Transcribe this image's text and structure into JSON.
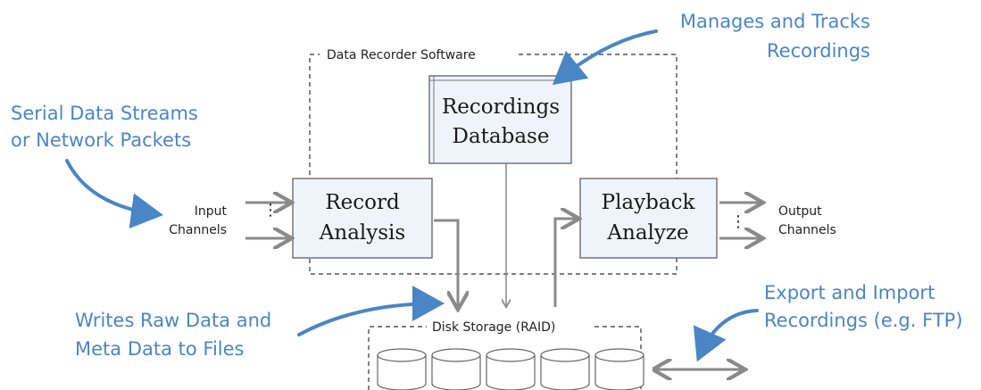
{
  "annotations": {
    "manages": [
      "Manages and Tracks",
      "Recordings"
    ],
    "serial": [
      "Serial Data Streams",
      "or Network Packets"
    ],
    "writes": [
      "Writes Raw Data and",
      "Meta Data to Files"
    ],
    "export": [
      "Export and Import",
      "Recordings (e.g. FTP)"
    ]
  },
  "containers": {
    "software": "Data Recorder Software",
    "storage": "Disk Storage (RAID)"
  },
  "boxes": {
    "database": [
      "Recordings",
      "Database"
    ],
    "record": [
      "Record",
      "Analysis"
    ],
    "playback": [
      "Playback",
      "Analyze"
    ]
  },
  "channels": {
    "input": [
      "Input",
      "Channels"
    ],
    "output": [
      "Output",
      "Channels"
    ]
  },
  "colors": {
    "annotation_blue": "#4a86c5",
    "box_fill": "#eef4fa",
    "arrow_gray": "#8a8a8a"
  }
}
